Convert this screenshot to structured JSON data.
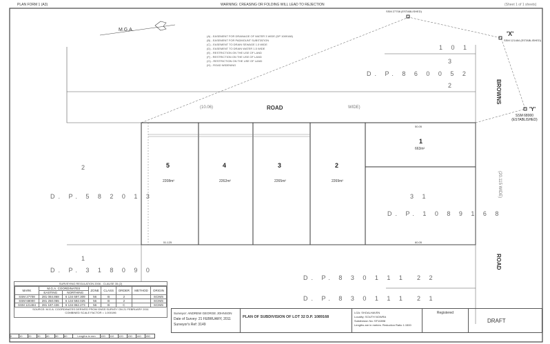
{
  "header": {
    "form": "PLAN FORM 1 (A3)",
    "warning": "WARNING: CREASING OR FOLDING WILL LEAD TO REJECTION",
    "sheet": "(Sheet 1 of 1 sheets)"
  },
  "north": "M.G.A.",
  "notes": [
    "(A) - EASEMENT FOR DRAINAGE OF WATER 3 WIDE (DP 1089168)",
    "(B) - EASEMENT FOR PADMOUNT SUBSTATION",
    "(C) - EASEMENT TO DRAIN SEWAGE 1.5 WIDE",
    "(D) - EASEMENT TO DRAIN WATER 1.5 WIDE",
    "(E) - RESTRICTION ON THE USE OF LAND",
    "(F) - RESTRICTION ON THE USE OF LAND",
    "(G) - RESTRICTION ON THE USE OF LAND",
    "(H) - ROAD WIDENING"
  ],
  "marks": {
    "ssm_top": "SSM 27708 (ESTABLISHED)",
    "x": "'X'",
    "x_mark": "SSM 121484 (ESTABLISHED)",
    "y": "'Y'",
    "y_mark": "SSM 68000 (ESTABLISHED)"
  },
  "roads": {
    "road_left": "(10.06)",
    "road": "ROAD",
    "road_wide": "WIDE)",
    "browns": "BROWNS",
    "road_right": "ROAD",
    "wide_right": "(20.115 WIDE)"
  },
  "parcels": {
    "lot101": "1 0 1",
    "dp860052": "D. P. 8 6 0 0 5 2",
    "n3": "3",
    "n2": "2",
    "left2": "2",
    "dp582013": "D. P. 5 8 2 0 1 3",
    "left1": "1",
    "dp318090": "D. P. 3 1 8 0 9 0",
    "lot31": "3 1",
    "dp1089168": "D. P. 1 0 8 9 1 6 8",
    "dp830111a": "D. P. 8 3 0 1 1 1",
    "n22": "2 2",
    "dp830111b": "D. P. 8 3 0 1 1 1",
    "n21": "2 1"
  },
  "lots": [
    {
      "no": "5",
      "area": "2208m²"
    },
    {
      "no": "4",
      "area": "2262m²"
    },
    {
      "no": "3",
      "area": "2265m²"
    },
    {
      "no": "2",
      "area": "2269m²"
    },
    {
      "no": "1",
      "area": "663m²"
    }
  ],
  "dims": {
    "top1": "50.05",
    "bottom1": "60.05",
    "bottom5": "51.125"
  },
  "coord_table": {
    "title": "SURVEYING REGULATION 2006 - CLAUSE 35 (2)",
    "headers": [
      "MARK",
      "EASTING",
      "NORTHING",
      "ZONE",
      "CLASS",
      "ORDER",
      "METHOD",
      "ORIGIN"
    ],
    "group": "M.G.A. COORDINATES",
    "rows": [
      [
        "SSM 27708",
        "281 084.868",
        "6 134 697.309",
        "56",
        "B",
        "2",
        "",
        "SCIMS"
      ],
      [
        "SSM 68000",
        "281 250.055",
        "6 134 592.025",
        "56",
        "B",
        "2",
        "",
        "SCIMS"
      ],
      [
        "SSM 121484",
        "281 187.436",
        "6 134 862.273",
        "56",
        "B",
        "C",
        "",
        "SCIMS"
      ]
    ],
    "source": "SOURCE: M.G.A. COORDINATES DERIVED FROM GNSS SURVEY ON 21 FEBRUARY 2011",
    "csf": "COMBINED SCALE FACTOR = 1.000196"
  },
  "title_block": {
    "surveyor": "Surveyor: ANDREW GEORGE JOHNSON",
    "date": "Date of Survey: 21 FEBRUARY, 2011",
    "ref": "Surveyor's Ref: 3149",
    "plan": "PLAN OF SUBDIVISION OF LOT 32 D.P. 1089168",
    "lga": "LGA: SHOALHAVEN",
    "locality": "Locality: SOUTH NOWRA",
    "subdivision": "Subdivision No: SF10898",
    "lengths": "Lengths are in metres. Reduction Ratio 1:1500",
    "registered": "Registered",
    "draft": "DRAFT"
  },
  "scale_bar": [
    "0",
    "10",
    "20",
    "30",
    "40",
    "50",
    "60",
    "Lengths in mm",
    "100",
    "110",
    "120",
    "130",
    "140",
    "150"
  ]
}
